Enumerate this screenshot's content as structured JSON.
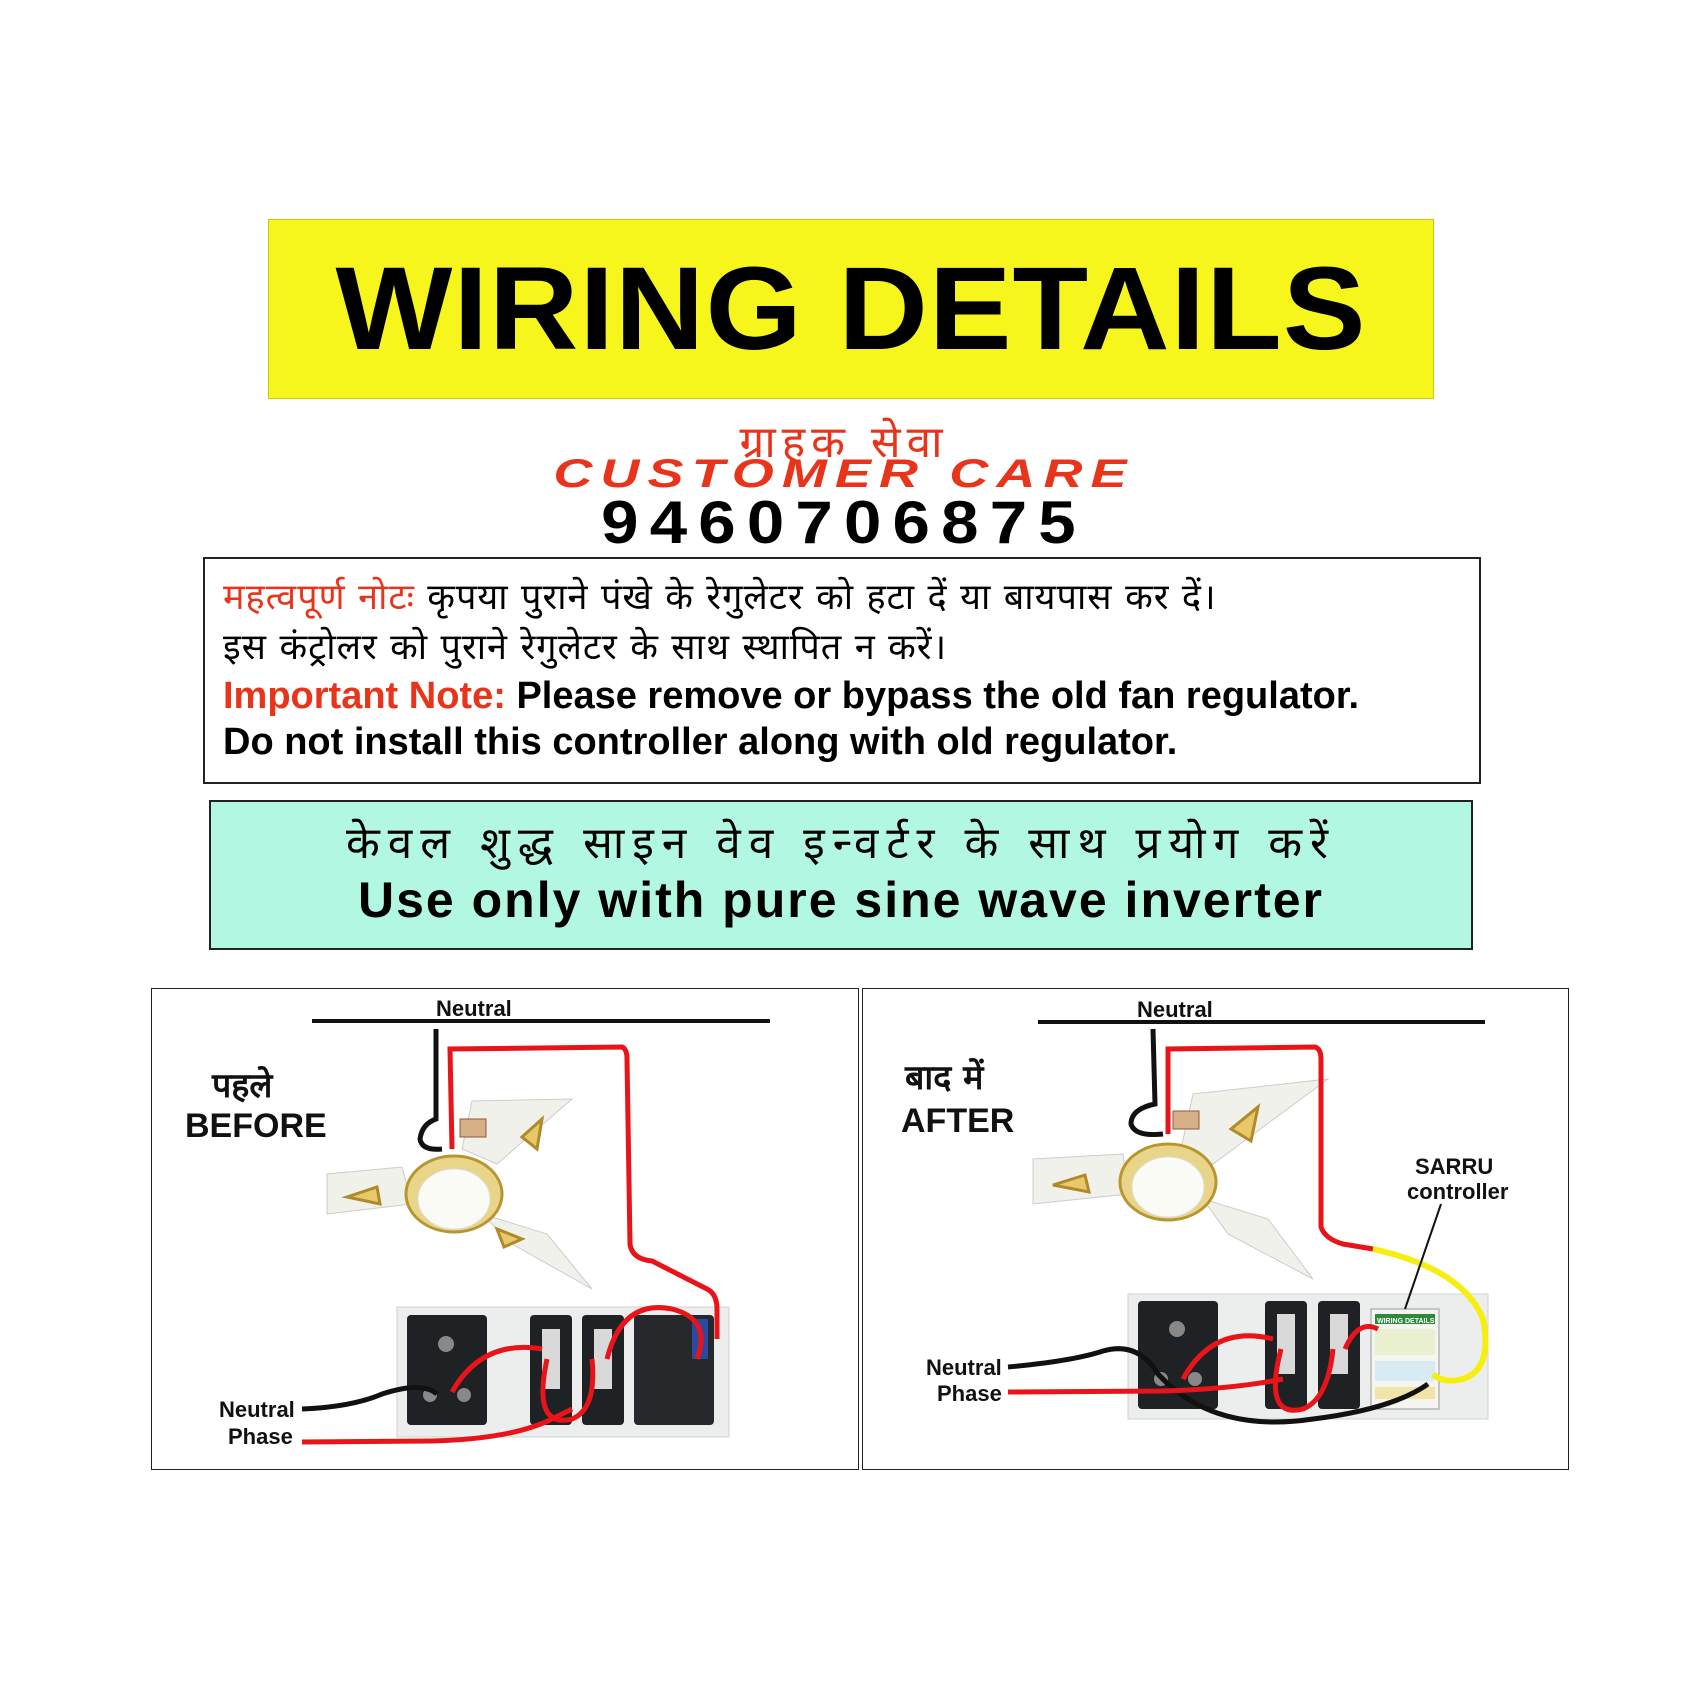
{
  "title": "WIRING DETAILS",
  "customer_care": {
    "hindi": "ग्राहक सेवा",
    "english": "CUSTOMER CARE",
    "phone": "9460706875"
  },
  "note": {
    "hindi_label": "महत्वपूर्ण नोटः",
    "hindi_line1": "कृपया पुराने पंखे के रेगुलेटर को हटा दें या बायपास कर दें।",
    "hindi_line2": "इस कंट्रोलर को पुराने रेगुलेटर के साथ स्थापित न करें।",
    "english_label": "Important Note:",
    "english_line1": "Please remove or bypass the old fan regulator.",
    "english_line2": "Do not install this controller along with old regulator."
  },
  "sine_wave": {
    "hindi": "केवल शुद्ध साइन वेव इन्वर्टर के साथ प्रयोग करें",
    "english": "Use only with pure sine wave inverter"
  },
  "before_panel": {
    "hindi": "पहले",
    "english": "BEFORE",
    "neutral_top": "Neutral",
    "neutral": "Neutral",
    "phase": "Phase"
  },
  "after_panel": {
    "hindi": "बाद में",
    "english": "AFTER",
    "neutral_top": "Neutral",
    "neutral": "Neutral",
    "phase": "Phase",
    "controller_line1": "SARRU",
    "controller_line2": "controller",
    "device_label": "WIRING DETAILS"
  },
  "colors": {
    "banner_yellow": "#f6f61c",
    "accent_red": "#e8341a",
    "mint": "#b2f7e2",
    "wire_red": "#e8141a",
    "wire_black": "#111111",
    "wire_yellow": "#f7ee11"
  }
}
